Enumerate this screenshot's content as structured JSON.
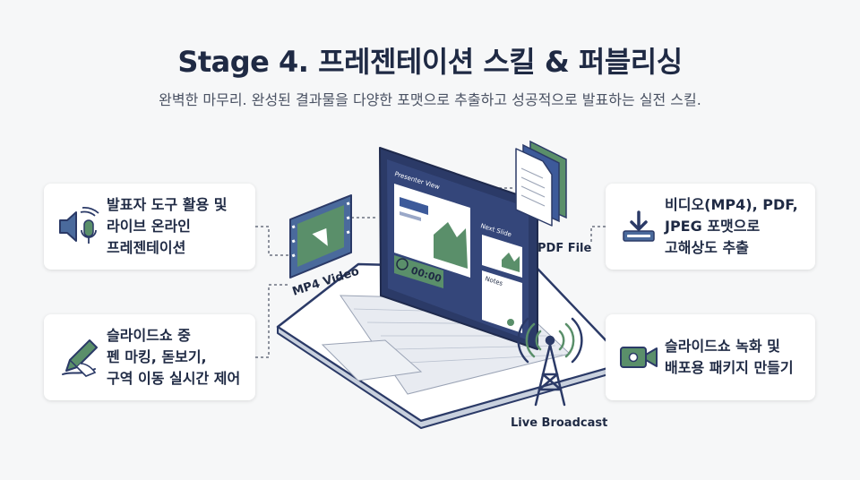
{
  "header": {
    "title": "Stage 4. 프레젠테이션 스킬 & 퍼블리싱",
    "subtitle": "완벽한 마무리. 완성된 결과물을 다양한 포맷으로 추출하고 성공적으로 발표하는 실전 스킬."
  },
  "cards": {
    "presenter": "발표자 도구 활용 및\n라이브 온라인\n프레젠테이션",
    "pen": "슬라이드쇼 중\n펜 마킹, 돋보기,\n구역 이동 실시간 제어",
    "export": "비디오(MP4), PDF,\nJPEG 포맷으로\n고해상도 추출",
    "record": "슬라이드쇼 녹화 및\n배포용 패키지 만들기"
  },
  "illustration": {
    "mp4_label": "MP4 Video",
    "pdf_label": "PDF File",
    "broadcast_label": "Live Broadcast",
    "presenter_view": "Presenter View",
    "next_slide": "Next Slide",
    "notes": "Notes",
    "timer": "00:00"
  },
  "colors": {
    "navy": "#2b3a67",
    "green": "#5a8f6a",
    "light_blue": "#dfe5ef"
  }
}
